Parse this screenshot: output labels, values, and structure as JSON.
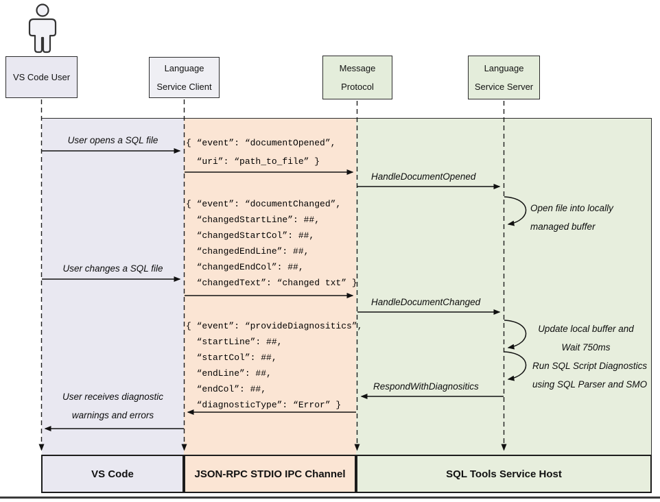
{
  "title": "VS Code SQL language service sequence diagram",
  "colors": {
    "lane_vscode": "#e9e8f1",
    "lane_ipc": "#fbe5d4",
    "lane_host": "#e7eedd",
    "line": "#1c1c1c"
  },
  "participants": [
    {
      "id": "vs-code-user",
      "lines": [
        "VS Code User",
        ""
      ]
    },
    {
      "id": "language-service-client",
      "lines": [
        "Language",
        "Service Client"
      ]
    },
    {
      "id": "message-protocol",
      "lines": [
        "Message",
        "Protocol"
      ]
    },
    {
      "id": "language-service-server",
      "lines": [
        "Language",
        "Service Server"
      ]
    }
  ],
  "lanes": [
    {
      "id": "vs-code",
      "label": "VS Code"
    },
    {
      "id": "json-rpc",
      "label": "JSON-RPC STDIO IPC Channel"
    },
    {
      "id": "sql-tools",
      "label": "SQL Tools Service Host"
    }
  ],
  "messages": {
    "user_opens": "User opens a SQL file",
    "user_changes": "User changes a SQL file",
    "user_receives_line1": "User receives diagnostic",
    "user_receives_line2": "warnings and errors",
    "handle_document_opened": "HandleDocumentOpened",
    "handle_document_changed": "HandleDocumentChanged",
    "respond_with_diagnositics": "RespondWithDiagnositics"
  },
  "annotations": {
    "open_file_line1": "Open file into locally",
    "open_file_line2": "managed buffer",
    "update_buffer_line1": "Update local buffer and",
    "update_buffer_line2": "Wait 750ms",
    "run_diag_line1": "Run SQL Script Diagnostics",
    "run_diag_line2": "using SQL Parser and SMO"
  },
  "json_payloads": {
    "document_opened": {
      "lines": [
        "{ “event”: “documentOpened”,",
        "  “uri”: “path_to_file” }"
      ]
    },
    "document_changed": {
      "lines": [
        "{ “event”: “documentChanged”,",
        "  “changedStartLine”: ##,",
        "  “changedStartCol”: ##,",
        "  “changedEndLine”: ##,",
        "  “changedEndCol”: ##,",
        "  “changedText”: “changed txt” }"
      ]
    },
    "provide_diagnositics": {
      "lines": [
        "{ “event”: “provideDiagnositics”,",
        "  “startLine”: ##,",
        "  “startCol”: ##,",
        "  “endLine”: ##,",
        "  “endCol”: ##,",
        "  “diagnosticType”: “Error” }"
      ]
    }
  }
}
